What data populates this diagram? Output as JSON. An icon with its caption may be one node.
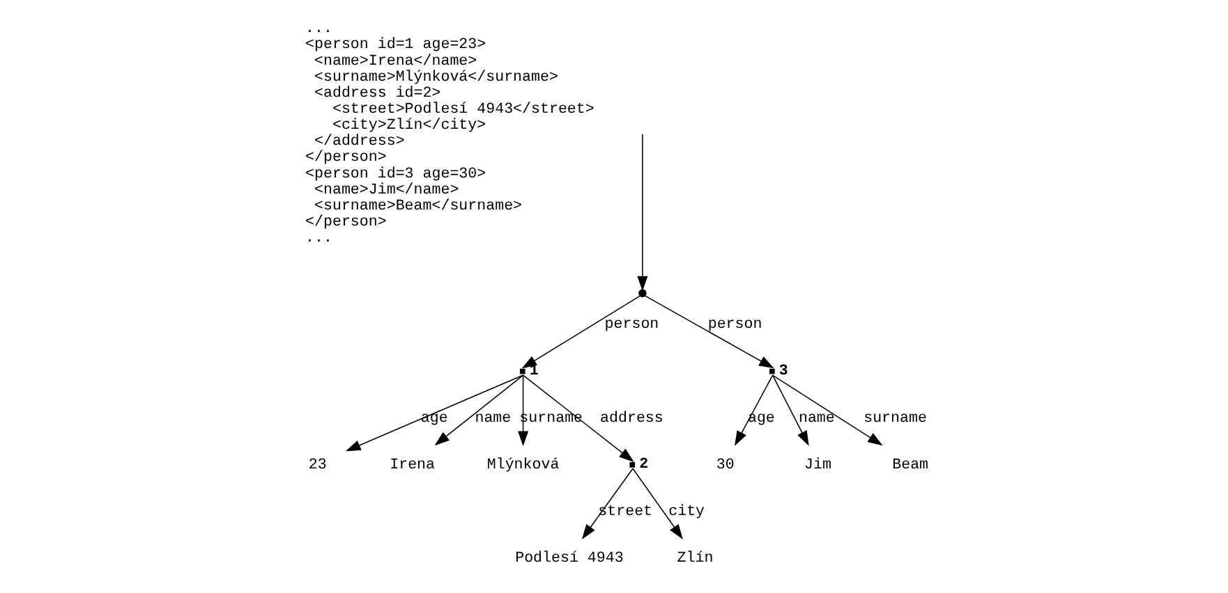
{
  "diagram": {
    "nodes": [
      {
        "text": [],
        "shape": "point"
      },
      {
        "text": [],
        "shape": "point",
        "beside": [
          "1"
        ]
      },
      {
        "text": [],
        "shape": "point",
        "beside": [
          "3"
        ]
      },
      {
        "text": [
          "23"
        ]
      },
      {
        "text": [
          "Irena"
        ]
      },
      {
        "text": [
          "Mlýnková"
        ]
      },
      {
        "text": [],
        "shape": "point",
        "beside": [
          "2"
        ]
      },
      {
        "text": [
          "30"
        ]
      },
      {
        "text": [
          "Jim"
        ]
      },
      {
        "text": [
          "Beam"
        ]
      },
      {
        "text": [
          "Podlesí 4943"
        ]
      },
      {
        "text": [
          "Zlín"
        ]
      }
    ],
    "edges": [
      {
        "from": null,
        "to": 0,
        "arrow": "to"
      },
      {
        "from": 0,
        "to": 1,
        "arrow": "to",
        "label": "person"
      },
      {
        "from": 0,
        "to": 2,
        "arrow": "to",
        "label": "person"
      },
      {
        "from": 1,
        "to": 3,
        "arrow": "to",
        "label": "age"
      },
      {
        "from": 1,
        "to": 4,
        "arrow": "to",
        "label": "name"
      },
      {
        "from": 1,
        "to": 5,
        "arrow": "to",
        "label": "surname"
      },
      {
        "from": 1,
        "to": 6,
        "arrow": "to",
        "label": "address"
      },
      {
        "from": 6,
        "to": 10,
        "arrow": "to",
        "label": "street"
      },
      {
        "from": 6,
        "to": 11,
        "arrow": "to",
        "label": "city"
      },
      {
        "from": 2,
        "to": 7,
        "arrow": "to",
        "label": "age"
      },
      {
        "from": 2,
        "to": 8,
        "arrow": "to",
        "label": "name"
      },
      {
        "from": 2,
        "to": 9,
        "arrow": "to",
        "label": "surname"
      }
    ],
    "labels": [
      "...",
      "<person id=1 age=23>",
      "  <name>Irena</name>",
      "  <surname>Mlýnková</surname>",
      "  <address id=2>",
      "    <street>Podlesí 4943</street>",
      "    <city>Zlín</city>",
      "  </address>",
      "</person>",
      "<person id=3 age=30>",
      "  <name>Jim</name>",
      "  <surname>Beam</surname>",
      "</person>",
      "..."
    ]
  }
}
